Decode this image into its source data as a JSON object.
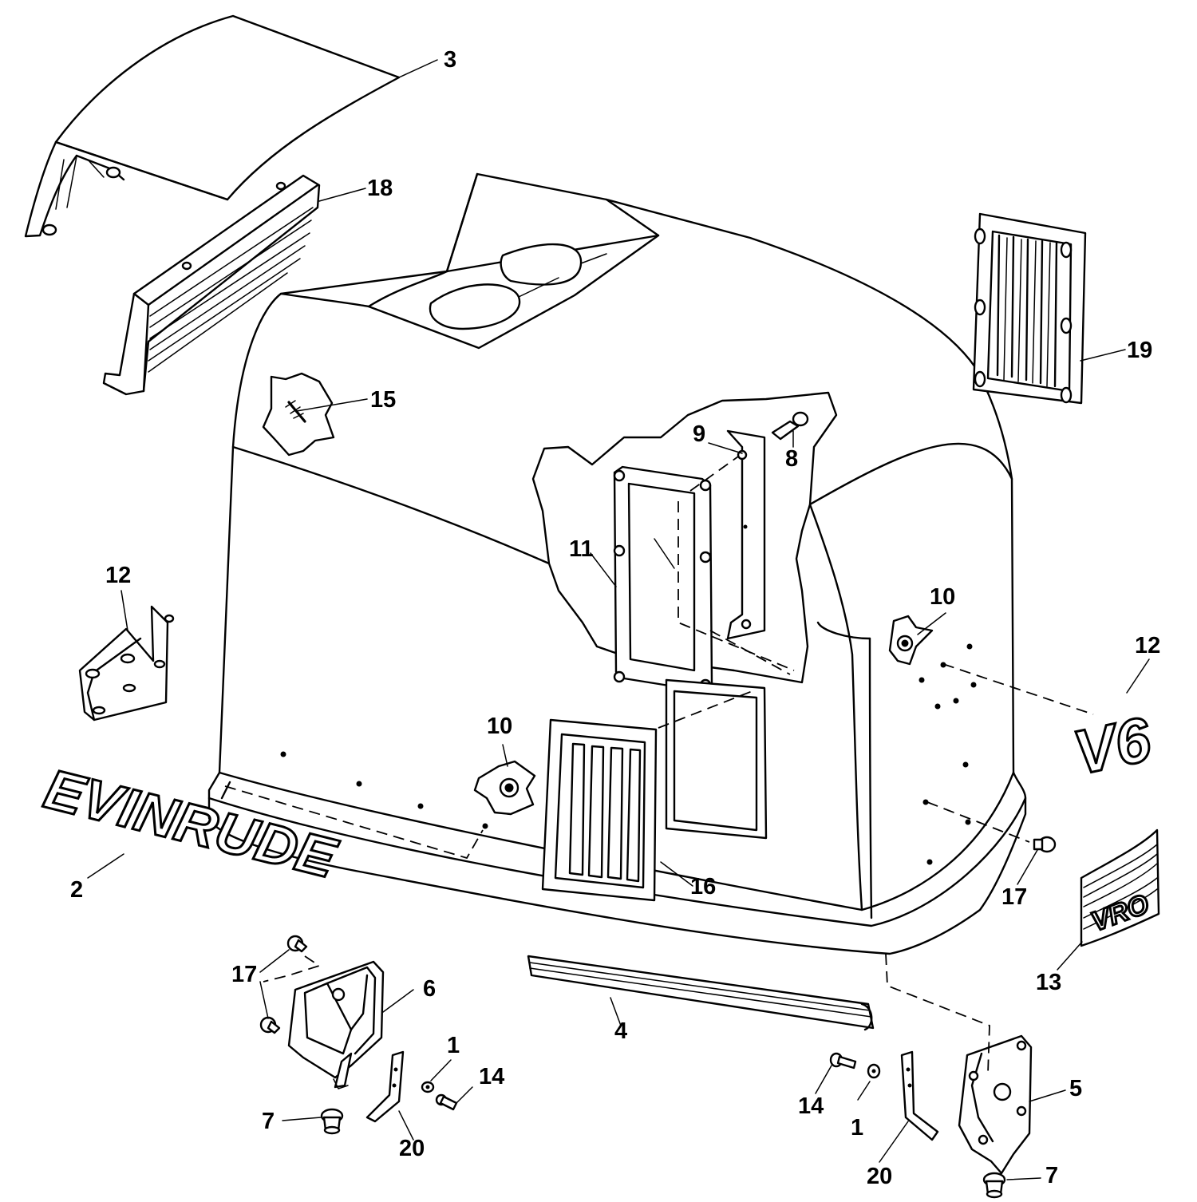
{
  "callouts": {
    "c1a": "1",
    "c1b": "1",
    "c2": "2",
    "c3": "3",
    "c4": "4",
    "c5": "5",
    "c6": "6",
    "c7a": "7",
    "c7b": "7",
    "c8": "8",
    "c9": "9",
    "c10a": "10",
    "c10b": "10",
    "c11": "11",
    "c12a": "12",
    "c12b": "12",
    "c13": "13",
    "c14a": "14",
    "c14b": "14",
    "c15": "15",
    "c16": "16",
    "c17a": "17",
    "c17b": "17",
    "c18": "18",
    "c19": "19",
    "c20a": "20",
    "c20b": "20"
  },
  "decals": {
    "brand": "EVINRUDE",
    "engine_badge": "V6",
    "plate_badge": "VRO"
  }
}
